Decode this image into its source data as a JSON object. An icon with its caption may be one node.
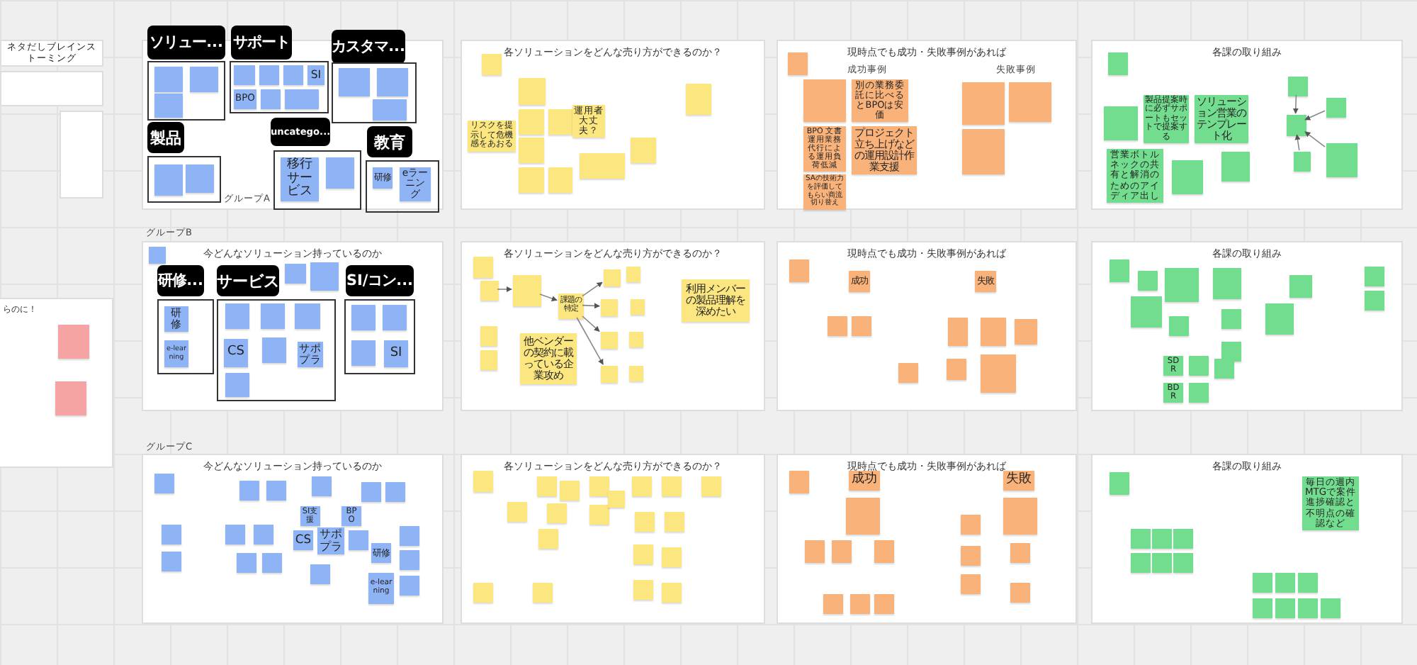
{
  "diagram": {
    "nodes": [
      {
        "text": [
          "ネタだしブレインストーミング"
        ]
      },
      {
        "text": [
          "らのに！"
        ]
      },
      {
        "text": [],
        "shape": "box",
        "in": 1
      },
      {
        "text": [],
        "shape": "box",
        "in": 1
      },
      {
        "text": [],
        "shape": "box"
      },
      {
        "text": [
          "ソリュー..."
        ],
        "in": 4
      },
      {
        "text": [],
        "shape": "box",
        "in": 5
      },
      {
        "text": [],
        "shape": "box",
        "in": 5
      },
      {
        "text": [],
        "shape": "box",
        "in": 5
      },
      {
        "text": [
          "サポート"
        ],
        "in": 4
      },
      {
        "text": [],
        "shape": "box",
        "in": 9
      },
      {
        "text": [],
        "shape": "box",
        "in": 9
      },
      {
        "text": [],
        "shape": "box",
        "in": 9
      },
      {
        "text": [
          "BPO"
        ],
        "in": 9
      },
      {
        "text": [],
        "shape": "box",
        "in": 9
      },
      {
        "text": [],
        "shape": "box",
        "in": 9
      },
      {
        "text": [
          "SI"
        ],
        "in": 9
      },
      {
        "text": [
          "カスタマ..."
        ],
        "in": 4
      },
      {
        "text": [],
        "shape": "box",
        "in": 17
      },
      {
        "text": [],
        "shape": "box",
        "in": 17
      },
      {
        "text": [],
        "shape": "box",
        "in": 17
      },
      {
        "text": [
          "製品"
        ],
        "in": 4
      },
      {
        "text": [],
        "shape": "box",
        "in": 21
      },
      {
        "text": [],
        "shape": "box",
        "in": 21
      },
      {
        "text": [
          "uncatego..."
        ],
        "in": 4
      },
      {
        "text": [
          "移行サービス"
        ],
        "in": 24
      },
      {
        "text": [],
        "shape": "box",
        "in": 24
      },
      {
        "text": [
          "教育"
        ],
        "in": 4
      },
      {
        "text": [
          "研修"
        ],
        "in": 27
      },
      {
        "text": [
          "eラーニング"
        ],
        "in": 27
      },
      {
        "text": [
          "各ソリューションをどんな売り方ができるのか？"
        ]
      },
      {
        "text": [],
        "shape": "box",
        "in": 30
      },
      {
        "text": [
          "リスクを提示して危機感をあおる"
        ],
        "in": 30
      },
      {
        "text": [],
        "shape": "box",
        "in": 30
      },
      {
        "text": [],
        "shape": "box",
        "in": 30
      },
      {
        "text": [],
        "shape": "box",
        "in": 30
      },
      {
        "text": [
          "運用者大丈夫？"
        ],
        "in": 30
      },
      {
        "text": [],
        "shape": "box",
        "in": 30
      },
      {
        "text": [],
        "shape": "box",
        "in": 30
      },
      {
        "text": [],
        "shape": "box",
        "in": 30
      },
      {
        "text": [],
        "shape": "box",
        "in": 30
      },
      {
        "text": [],
        "shape": "box",
        "in": 30
      },
      {
        "text": [],
        "shape": "box",
        "in": 30
      },
      {
        "text": [
          "現時点でも成功・失敗事例があれば"
        ]
      },
      {
        "text": [],
        "shape": "box",
        "in": 43
      },
      {
        "text": [],
        "shape": "box",
        "in": 43
      },
      {
        "text": [
          "別の業務委託に比べるとBPOは安価"
        ],
        "in": 43
      },
      {
        "text": [
          "BPO 文書運用業務代行による運用負荷低減"
        ],
        "in": 43
      },
      {
        "text": [
          "プロジェクト立ち上げなどの運用設計作業支援"
        ],
        "in": 43
      },
      {
        "text": [
          "SAの技術力を評価してもらい商流切り替え"
        ],
        "in": 43
      },
      {
        "text": [],
        "shape": "box",
        "in": 43
      },
      {
        "text": [],
        "shape": "box",
        "in": 43
      },
      {
        "text": [],
        "shape": "box",
        "in": 43
      },
      {
        "text": [
          "各課の取り組み"
        ]
      },
      {
        "text": [],
        "shape": "box",
        "in": 53
      },
      {
        "text": [],
        "shape": "box",
        "in": 53
      },
      {
        "text": [
          "製品提案時に必ずサポートもセットで提案する"
        ],
        "in": 53
      },
      {
        "text": [
          "ソリューション営業のテンプレート化"
        ],
        "in": 53
      },
      {
        "text": [
          "営業ボトルネックの共有と解消のためのアイディア出し"
        ],
        "in": 53
      },
      {
        "text": [],
        "shape": "box",
        "in": 53
      },
      {
        "text": [],
        "shape": "box",
        "in": 53
      },
      {
        "text": [],
        "shape": "box",
        "in": 53
      },
      {
        "text": [],
        "shape": "box",
        "in": 53
      },
      {
        "text": [],
        "shape": "box",
        "in": 53
      },
      {
        "text": [],
        "shape": "box",
        "in": 53
      },
      {
        "text": [],
        "shape": "box",
        "in": 53
      },
      {
        "text": [
          "今どんなソリューション持っているのか"
        ]
      },
      {
        "text": [],
        "shape": "box",
        "in": 66
      },
      {
        "text": [],
        "shape": "box",
        "in": 66
      },
      {
        "text": [],
        "shape": "box",
        "in": 66
      },
      {
        "text": [
          "研修..."
        ],
        "in": 66
      },
      {
        "text": [
          "研修"
        ],
        "in": 70
      },
      {
        "text": [
          "e-learning"
        ],
        "in": 70
      },
      {
        "text": [
          "サービス"
        ],
        "in": 66
      },
      {
        "text": [],
        "shape": "box",
        "in": 73
      },
      {
        "text": [],
        "shape": "box",
        "in": 73
      },
      {
        "text": [],
        "shape": "box",
        "in": 73
      },
      {
        "text": [
          "CS"
        ],
        "in": 73
      },
      {
        "text": [],
        "shape": "box",
        "in": 73
      },
      {
        "text": [
          "サポプラ"
        ],
        "in": 73
      },
      {
        "text": [],
        "shape": "box",
        "in": 73
      },
      {
        "text": [
          "SI/コン..."
        ],
        "in": 66
      },
      {
        "text": [],
        "shape": "box",
        "in": 81
      },
      {
        "text": [],
        "shape": "box",
        "in": 81
      },
      {
        "text": [],
        "shape": "box",
        "in": 81
      },
      {
        "text": [
          "SI"
        ],
        "in": 81
      },
      {
        "text": [
          "各ソリューションをどんな売り方ができるのか？"
        ]
      },
      {
        "text": [],
        "shape": "box",
        "in": 86
      },
      {
        "text": [],
        "shape": "box",
        "in": 86
      },
      {
        "text": [],
        "shape": "box",
        "in": 86
      },
      {
        "text": [
          "課題の特定"
        ],
        "in": 86
      },
      {
        "text": [],
        "shape": "box",
        "in": 86
      },
      {
        "text": [],
        "shape": "box",
        "in": 86
      },
      {
        "text": [],
        "shape": "box",
        "in": 86
      },
      {
        "text": [],
        "shape": "box",
        "in": 86
      },
      {
        "text": [],
        "shape": "box",
        "in": 86
      },
      {
        "text": [],
        "shape": "box",
        "in": 86
      },
      {
        "text": [],
        "shape": "box",
        "in": 86
      },
      {
        "text": [],
        "shape": "box",
        "in": 86
      },
      {
        "text": [],
        "shape": "box",
        "in": 86
      },
      {
        "text": [],
        "shape": "box",
        "in": 86
      },
      {
        "text": [
          "他ベンダーの契約に載っている企業攻め"
        ],
        "in": 86
      },
      {
        "text": [
          "利用メンバーの製品理解を深めたい"
        ],
        "in": 86
      },
      {
        "text": [
          "現時点でも成功・失敗事例があれば"
        ]
      },
      {
        "text": [],
        "shape": "box",
        "in": 103
      },
      {
        "text": [
          "成功"
        ],
        "in": 103
      },
      {
        "text": [
          "失敗"
        ],
        "in": 103
      },
      {
        "text": [],
        "shape": "box",
        "in": 103
      },
      {
        "text": [],
        "shape": "box",
        "in": 103
      },
      {
        "text": [],
        "shape": "box",
        "in": 103
      },
      {
        "text": [],
        "shape": "box",
        "in": 103
      },
      {
        "text": [],
        "shape": "box",
        "in": 103
      },
      {
        "text": [],
        "shape": "box",
        "in": 103
      },
      {
        "text": [],
        "shape": "box",
        "in": 103
      },
      {
        "text": [],
        "shape": "box",
        "in": 103
      },
      {
        "text": [
          "各課の取り組み"
        ]
      },
      {
        "text": [],
        "shape": "box",
        "in": 115
      },
      {
        "text": [],
        "shape": "box",
        "in": 115
      },
      {
        "text": [],
        "shape": "box",
        "in": 115
      },
      {
        "text": [],
        "shape": "box",
        "in": 115
      },
      {
        "text": [],
        "shape": "box",
        "in": 115
      },
      {
        "text": [],
        "shape": "box",
        "in": 115
      },
      {
        "text": [],
        "shape": "box",
        "in": 115
      },
      {
        "text": [],
        "shape": "box",
        "in": 115
      },
      {
        "text": [],
        "shape": "box",
        "in": 115
      },
      {
        "text": [],
        "shape": "box",
        "in": 115
      },
      {
        "text": [
          "SDR"
        ],
        "in": 115
      },
      {
        "text": [],
        "shape": "box",
        "in": 115
      },
      {
        "text": [],
        "shape": "box",
        "in": 115
      },
      {
        "text": [
          "BDR"
        ],
        "in": 115
      },
      {
        "text": [],
        "shape": "box",
        "in": 115
      },
      {
        "text": [],
        "shape": "box",
        "in": 115
      },
      {
        "text": [],
        "shape": "box",
        "in": 115
      },
      {
        "text": [
          "今どんなソリューション持っているのか"
        ]
      },
      {
        "text": [],
        "shape": "box",
        "in": 133
      },
      {
        "text": [],
        "shape": "box",
        "in": 133
      },
      {
        "text": [],
        "shape": "box",
        "in": 133
      },
      {
        "text": [],
        "shape": "box",
        "in": 133
      },
      {
        "text": [
          "SI支援"
        ],
        "in": 133
      },
      {
        "text": [
          "BPO"
        ],
        "in": 133
      },
      {
        "text": [],
        "shape": "box",
        "in": 133
      },
      {
        "text": [],
        "shape": "box",
        "in": 133
      },
      {
        "text": [],
        "shape": "box",
        "in": 133
      },
      {
        "text": [],
        "shape": "box",
        "in": 133
      },
      {
        "text": [],
        "shape": "box",
        "in": 133
      },
      {
        "text": [],
        "shape": "box",
        "in": 133
      },
      {
        "text": [],
        "shape": "box",
        "in": 133
      },
      {
        "text": [],
        "shape": "box",
        "in": 133
      },
      {
        "text": [
          "CS"
        ],
        "in": 133
      },
      {
        "text": [
          "サポプラ"
        ],
        "in": 133
      },
      {
        "text": [],
        "shape": "box",
        "in": 133
      },
      {
        "text": [],
        "shape": "box",
        "in": 133
      },
      {
        "text": [
          "研修"
        ],
        "in": 133
      },
      {
        "text": [
          "e-learning"
        ],
        "in": 133
      },
      {
        "text": [],
        "shape": "box",
        "in": 133
      },
      {
        "text": [],
        "shape": "box",
        "in": 133
      },
      {
        "text": [],
        "shape": "box",
        "in": 133
      },
      {
        "text": [
          "各ソリューションをどんな売り方ができるのか？"
        ]
      },
      {
        "text": [],
        "shape": "box",
        "in": 157
      },
      {
        "text": [],
        "shape": "box",
        "in": 157
      },
      {
        "text": [],
        "shape": "box",
        "in": 157
      },
      {
        "text": [],
        "shape": "box",
        "in": 157
      },
      {
        "text": [],
        "shape": "box",
        "in": 157
      },
      {
        "text": [],
        "shape": "box",
        "in": 157
      },
      {
        "text": [],
        "shape": "box",
        "in": 157
      },
      {
        "text": [],
        "shape": "box",
        "in": 157
      },
      {
        "text": [],
        "shape": "box",
        "in": 157
      },
      {
        "text": [],
        "shape": "box",
        "in": 157
      },
      {
        "text": [],
        "shape": "box",
        "in": 157
      },
      {
        "text": [],
        "shape": "box",
        "in": 157
      },
      {
        "text": [],
        "shape": "box",
        "in": 157
      },
      {
        "text": [],
        "shape": "box",
        "in": 157
      },
      {
        "text": [],
        "shape": "box",
        "in": 157
      },
      {
        "text": [],
        "shape": "box",
        "in": 157
      },
      {
        "text": [],
        "shape": "box",
        "in": 157
      },
      {
        "text": [],
        "shape": "box",
        "in": 157
      },
      {
        "text": [],
        "shape": "box",
        "in": 157
      },
      {
        "text": [],
        "shape": "box",
        "in": 157
      },
      {
        "text": [
          "現時点でも成功・失敗事例があれば"
        ]
      },
      {
        "text": [],
        "shape": "box",
        "in": 178
      },
      {
        "text": [
          "成功"
        ],
        "in": 178
      },
      {
        "text": [
          "失敗"
        ],
        "in": 178
      },
      {
        "text": [],
        "shape": "box",
        "in": 178
      },
      {
        "text": [],
        "shape": "box",
        "in": 178
      },
      {
        "text": [],
        "shape": "box",
        "in": 178
      },
      {
        "text": [],
        "shape": "box",
        "in": 178
      },
      {
        "text": [],
        "shape": "box",
        "in": 178
      },
      {
        "text": [],
        "shape": "box",
        "in": 178
      },
      {
        "text": [],
        "shape": "box",
        "in": 178
      },
      {
        "text": [],
        "shape": "box",
        "in": 178
      },
      {
        "text": [],
        "shape": "box",
        "in": 178
      },
      {
        "text": [],
        "shape": "box",
        "in": 178
      },
      {
        "text": [],
        "shape": "box",
        "in": 178
      },
      {
        "text": [],
        "shape": "box",
        "in": 178
      },
      {
        "text": [],
        "shape": "box",
        "in": 178
      },
      {
        "text": [
          "各課の取り組み"
        ]
      },
      {
        "text": [],
        "shape": "box",
        "in": 195
      },
      {
        "text": [
          "毎日の週内MTGで案件進捗確認と不明点の確認など"
        ],
        "in": 195
      },
      {
        "text": [],
        "shape": "box",
        "in": 195
      },
      {
        "text": [],
        "shape": "box",
        "in": 195
      },
      {
        "text": [],
        "shape": "box",
        "in": 195
      },
      {
        "text": [],
        "shape": "box",
        "in": 195
      },
      {
        "text": [],
        "shape": "box",
        "in": 195
      },
      {
        "text": [],
        "shape": "box",
        "in": 195
      },
      {
        "text": [],
        "shape": "box",
        "in": 195
      },
      {
        "text": [],
        "shape": "box",
        "in": 195
      },
      {
        "text": [],
        "shape": "box",
        "in": 195
      },
      {
        "text": [],
        "shape": "box",
        "in": 195
      },
      {
        "text": [],
        "shape": "box",
        "in": 195
      },
      {
        "text": [],
        "shape": "box",
        "in": 195
      },
      {
        "text": [],
        "shape": "box",
        "in": 195
      }
    ],
    "edges": [
      {
        "from": 61,
        "to": 63,
        "arrow": "to"
      },
      {
        "from": 62,
        "to": 63,
        "arrow": "to"
      },
      {
        "from": 65,
        "to": 63,
        "arrow": "to"
      },
      {
        "from": 64,
        "to": 63,
        "arrow": "to"
      },
      {
        "from": 88,
        "to": 89,
        "arrow": "to"
      },
      {
        "from": 89,
        "to": 90,
        "arrow": "to"
      },
      {
        "from": 90,
        "to": 91,
        "arrow": "to"
      },
      {
        "from": 90,
        "to": 92,
        "arrow": "to"
      },
      {
        "from": 90,
        "to": 93,
        "arrow": "to"
      },
      {
        "from": 90,
        "to": 94,
        "arrow": "to"
      }
    ],
    "labels": [
      "グループA",
      "成功事例",
      "失敗事例",
      "グループB",
      "グループC"
    ]
  }
}
